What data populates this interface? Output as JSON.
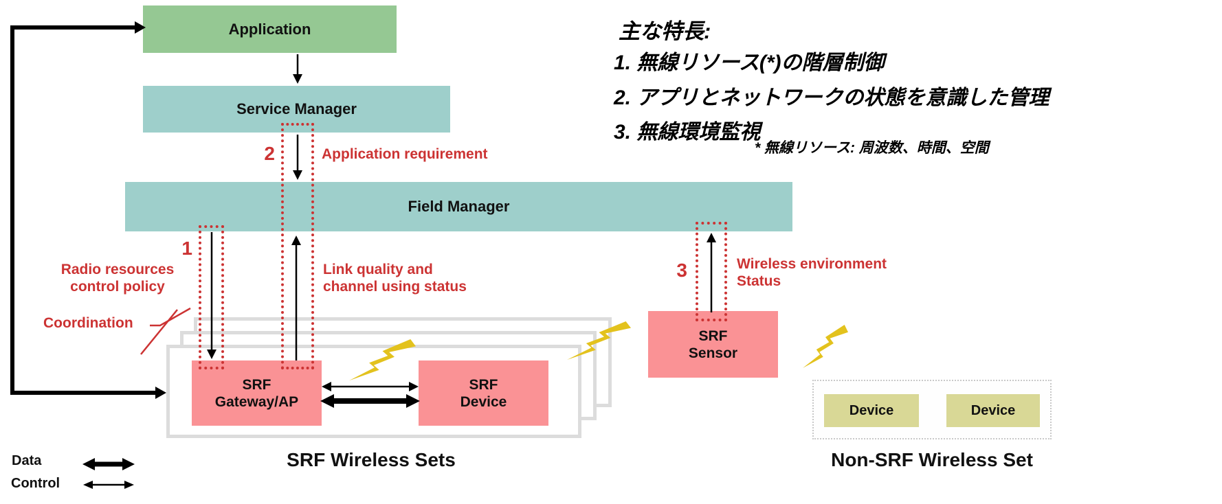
{
  "colors": {
    "green": "#95c893",
    "teal": "#9ecfcb",
    "pink": "#fa9295",
    "khaki": "#d9d896",
    "red": "#cc3333",
    "stack_gray": "#dcdcdc",
    "bolt_gold": "#e3c21d"
  },
  "boxes": {
    "application": "Application",
    "service_manager": "Service Manager",
    "field_manager": "Field Manager",
    "srf_gateway_line1": "SRF",
    "srf_gateway_line2": "Gateway/AP",
    "srf_device_line1": "SRF",
    "srf_device_line2": "Device",
    "srf_sensor_line1": "SRF",
    "srf_sensor_line2": "Sensor",
    "non_srf_device1": "Device",
    "non_srf_device2": "Device"
  },
  "captions": {
    "srf_sets": "SRF Wireless Sets",
    "non_srf_set": "Non-SRF Wireless Set"
  },
  "annotations": {
    "step1": "1",
    "step2": "2",
    "step3": "3",
    "radio_line1": "Radio resources",
    "radio_line2": "control policy",
    "app_requirement": "Application requirement",
    "link_line1": "Link quality and",
    "link_line2": "channel using status",
    "coordination": "Coordination",
    "wireless_env_line1": "Wireless environment",
    "wireless_env_line2": "Status"
  },
  "features": {
    "title": "主な特長:",
    "items": [
      "1. 無線リソース(*)の階層制御",
      "2. アプリとネットワークの状態を意識した管理",
      "3. 無線環境監視"
    ],
    "footnote": "* 無線リソース: 周波数、時間、空間"
  },
  "legend": {
    "data_label": "Data",
    "control_label": "Control"
  }
}
